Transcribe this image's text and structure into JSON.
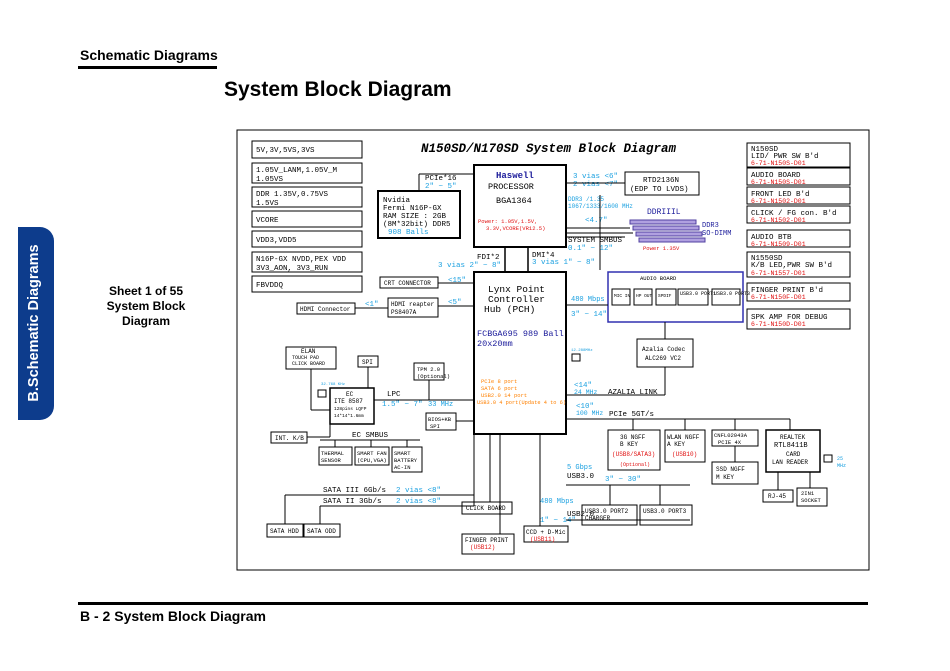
{
  "header": {
    "title": "Schematic  Diagrams",
    "page_title": "System Block Diagram"
  },
  "side_tab": "B.Schematic Diagrams",
  "sheet_info": {
    "line1": "Sheet 1 of 55",
    "line2": "System Block",
    "line3": "Diagram"
  },
  "footer": {
    "text": "B - 2   System Block Diagram"
  },
  "colors": {
    "tab": "#0d3c8c",
    "blue_note": "#1aa0e0",
    "red_note": "#e01010",
    "orange_note": "#ff8000",
    "navy_text": "#1a1a9a",
    "audio_box": "#3030b0"
  },
  "diagram": {
    "title": "N150SD/N170SD System Block Diagram",
    "power_rails": [
      "5V,3V,5VS,3VS",
      "1.05V_LANM,1.05V_M",
      "1.05VS",
      "DDR  1.35V,0.75VS",
      "1.5VS",
      "VCORE",
      "VDD3,VDD5",
      "N16P-GX  NVDD,PEX  VDD",
      "3V3_AON,  3V3_RUN",
      "FBVDDQ"
    ],
    "gpu": {
      "l1": "Nvidia",
      "l2": "Fermi  N16P-GX",
      "l3": "RAM SIZE : 2GB",
      "l4": "(8M*32bit)  DDR5",
      "l5": "908 Balls",
      "pcie_label": "PCIe*16",
      "pcie_note": "2\" ~ 5\""
    },
    "cpu": {
      "name": "Haswell",
      "l2": "PROCESSOR",
      "l3": "BGA1364",
      "power": "Power:  1.05V,1.5V,",
      "power2": "3.3V,VCORE(VR12.5)"
    },
    "cpu_vias": {
      "a": "3 vias <6\"",
      "b": "2 vias <7\""
    },
    "rtd": {
      "l1": "RTD2136N",
      "l2": "(EDP TO LVDS)"
    },
    "ddr": {
      "note1": "DDR3 /1.35",
      "note2": "1067/1333/1600 MHz",
      "len": "<4.7\"",
      "label": "DDRIIIL",
      "ddr3": "DDR3",
      "sodimm": "SO-DIMM",
      "power": "Power  1.35V"
    },
    "smbus": {
      "label": "SYSTEM  SMBUS",
      "note": "0.1\" ~ 12\""
    },
    "fdi": {
      "label": "FDI*2",
      "note": "3 vias 2\" ~ 8\""
    },
    "dmi": {
      "label": "DMI*4",
      "note": "3 vias 1\" ~ 8\""
    },
    "crt": {
      "label": "CRT  CONNECTOR",
      "len": "<15\""
    },
    "hdmi": {
      "connector": "HDMI  Connector",
      "len1": "<1\"",
      "repeater1": "HDMI  reapter",
      "repeater2": "PS8407A",
      "len2": "<5\""
    },
    "pch": {
      "l1": "Lynx Point",
      "l2": "Controller",
      "l3": "Hub (PCH)",
      "l4": "FCBGA695 989 Ball",
      "l5": "20x20mm",
      "n1": "PCIe 8 port",
      "n2": "SATA 6 port",
      "n3": "USB2.0 14 port",
      "n4": "USB3.0 4 port(Update 4 to 6)"
    },
    "audio": {
      "board": "AUDIO BOARD",
      "mic": "MIC IN",
      "hp": "HP OUT",
      "spdif": "SPDIF",
      "usb1": "USB3.0 PORT1",
      "usb2": "USB3.0 PORT3",
      "speed": "480 Mbps",
      "len": "3\" ~ 14\""
    },
    "codec": {
      "l1": "Azalia  Codec",
      "l2": "ALC269  VC2",
      "clk": "12.288MHz"
    },
    "azalia": {
      "len": "<14\"",
      "freq": "24 MHz",
      "label": "AZALIA  LINK"
    },
    "pcie": {
      "len": "<10\"",
      "freq": "100 MHz",
      "label": "PCIe  5GT/s"
    },
    "spi": "SPI",
    "tpm": {
      "l1": "TPM  2.0",
      "l2": "(Optional)"
    },
    "elan": {
      "l1": "ELAN",
      "l2": "TOUCH PAD",
      "l3": "CLICK BOARD"
    },
    "ec": {
      "l1": "EC",
      "l2": "ITE  8587",
      "l3": "128pins  LQFP",
      "l4": "14*14*1.6mm",
      "clk": "32.768 KHz"
    },
    "lpc": {
      "label": "LPC",
      "note": "1.5\" ~ 7\"",
      "freq": "33 MHz"
    },
    "bios": {
      "l1": "BIOS+KB",
      "l2": "SPI"
    },
    "ec_smbus": "EC  SMBUS",
    "int_kb": "INT.  K/B",
    "thermal": {
      "l1": "THERMAL",
      "l2": "SENSOR"
    },
    "fan": {
      "l1": "SMART FAN",
      "l2": "(CPU,VGA)"
    },
    "battery": {
      "l1": "SMART",
      "l2": "BATTERY",
      "l3": "AC-IN"
    },
    "sata": {
      "iii": "SATA  III  6Gb/s",
      "iii_note": "2 vias <8\"",
      "ii": "SATA  II  3Gb/s",
      "ii_note": "2 vias <8\"",
      "hdd": "SATA  HDD",
      "odd": "SATA  ODD"
    },
    "click_board": "CLICK  BOARD",
    "finger": {
      "l1": "FINGER  PRINT",
      "l2": "(USB12)"
    },
    "ccd": {
      "l1": "CCD + D-Mic",
      "l2": "(USB11)",
      "len": "1\" ~ 14\""
    },
    "usb2": {
      "speed": "480 Mbps",
      "label": "USB2.0"
    },
    "usb3": {
      "speed": "5 Gbps",
      "label": "USB3.0",
      "len": "3\" ~ 30\""
    },
    "usb_charger": {
      "l1": "USB3.0  PORT2",
      "l2": "CHARGER"
    },
    "usb_port3": "USB3.0  PORT3",
    "m3g": {
      "l1": "3G  NGFF",
      "l2": "B  KEY",
      "l3": "(USB8/SATA3)",
      "l4": "(Optional)"
    },
    "wlan": {
      "l1": "WLAN  NGFF",
      "l2": "A  KEY",
      "l3": "(USB10)"
    },
    "cnfl": {
      "l1": "CNFL02043A",
      "l2": "PCIE  4X"
    },
    "ssd": {
      "l1": "SSD   NGFF",
      "l2": "M  KEY"
    },
    "realtek": {
      "l1": "REALTEK",
      "l2": "RTL8411B",
      "l3": "CARD",
      "l4": "LAN READER",
      "clk": "25",
      "clk2": "MHz"
    },
    "rj45": "RJ-45",
    "socket": {
      "l1": "2IN1",
      "l2": "SOCKET"
    },
    "boards": [
      {
        "l1": "N150SD",
        "l2": "LID/ PWR SW B'd",
        "code": "6-71-N150S-D01"
      },
      {
        "l1": "AUDIO  BOARD",
        "code": "6-71-N150S-D01"
      },
      {
        "l1": "FRONT  LED  B'd",
        "code": "6-71-N1502-D01"
      },
      {
        "l1": "CLICK / FG con. B'd",
        "code": "6-71-N1502-D01"
      },
      {
        "l1": "AUDIO  BTB",
        "code": "6-71-N1509-D01"
      },
      {
        "l1": "N1550SD",
        "l2": "K/B LED,PWR SW B'd",
        "code": "6-71-N1557-D01"
      },
      {
        "l1": "FINGER PRINT B'd",
        "code": "6-71-N150F-D01"
      },
      {
        "l1": "SPK AMP FOR DEBUG",
        "code": "6-71-N150D-D01"
      }
    ]
  }
}
